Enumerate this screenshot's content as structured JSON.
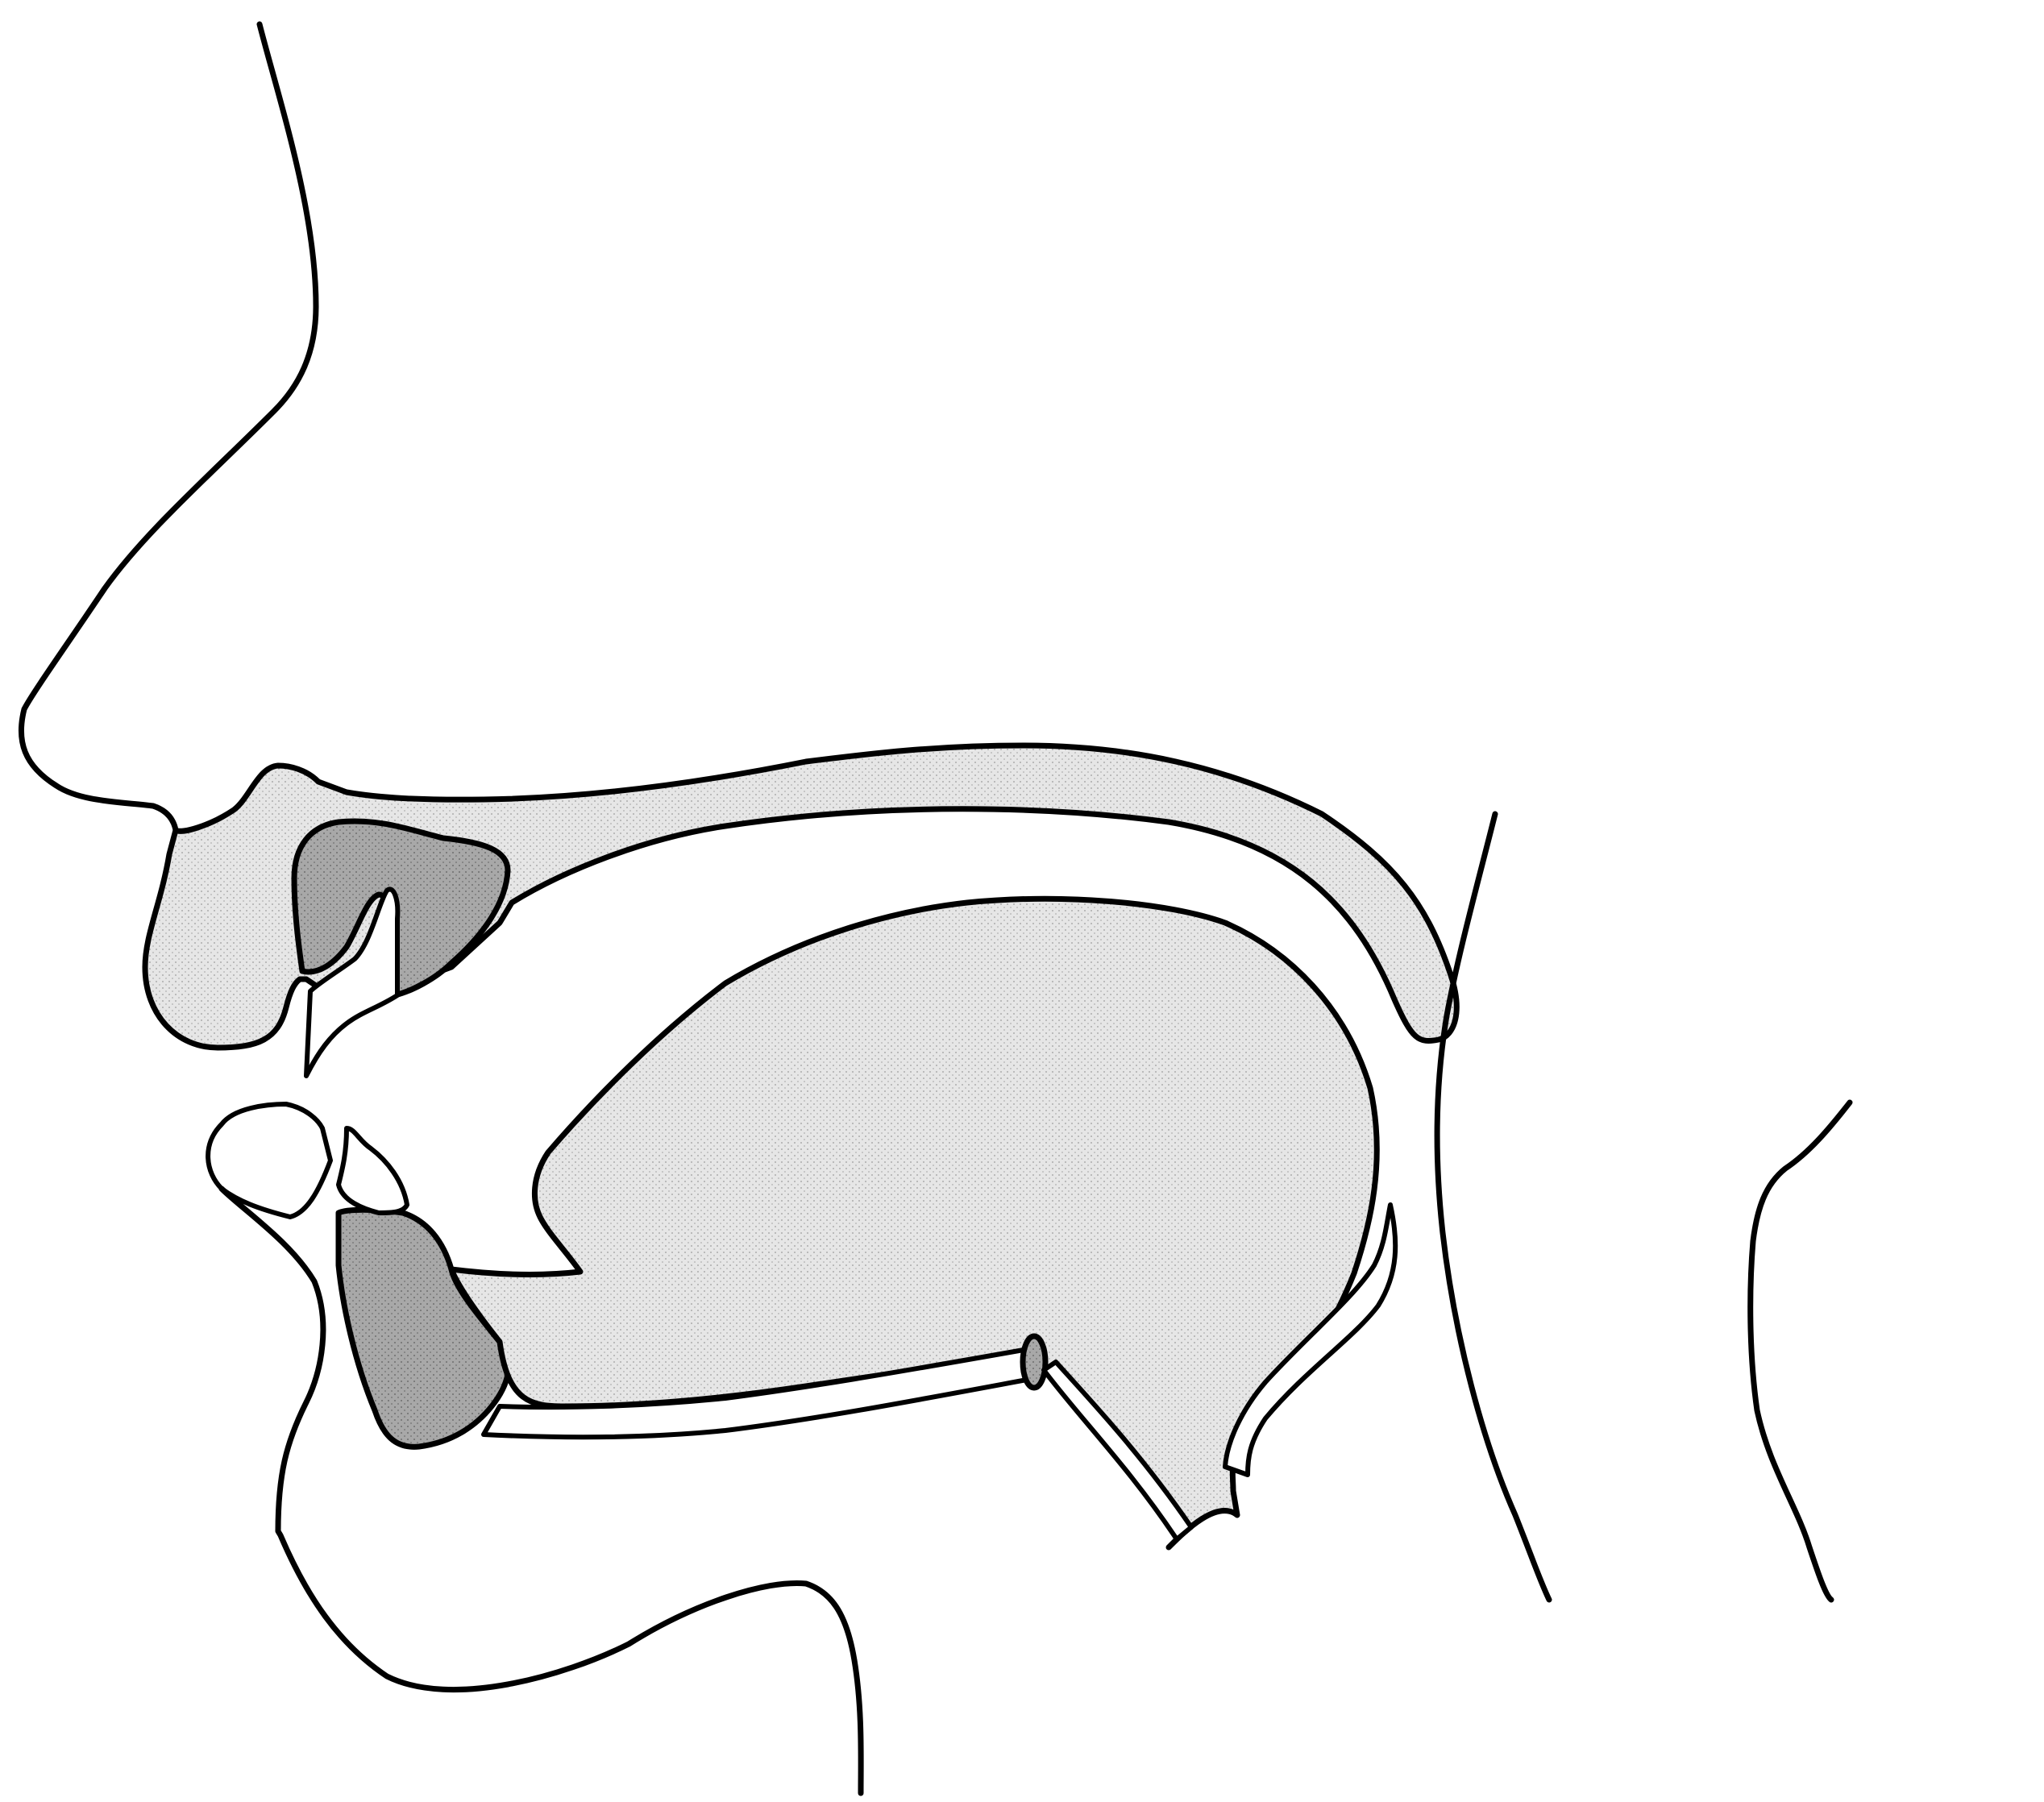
{
  "diagram": {
    "colors": {
      "background": "#ffffff",
      "stroke": "#000000",
      "soft_tissue": "#e4e4e4",
      "lips_dark": "#a6a6a6",
      "teeth": "#ffffff"
    },
    "parts": [
      "face-profile",
      "upper-lip",
      "lower-lip",
      "upper-teeth",
      "lower-teeth",
      "palate",
      "tongue",
      "epiglottis",
      "pharynx-wall",
      "neck-back"
    ]
  }
}
